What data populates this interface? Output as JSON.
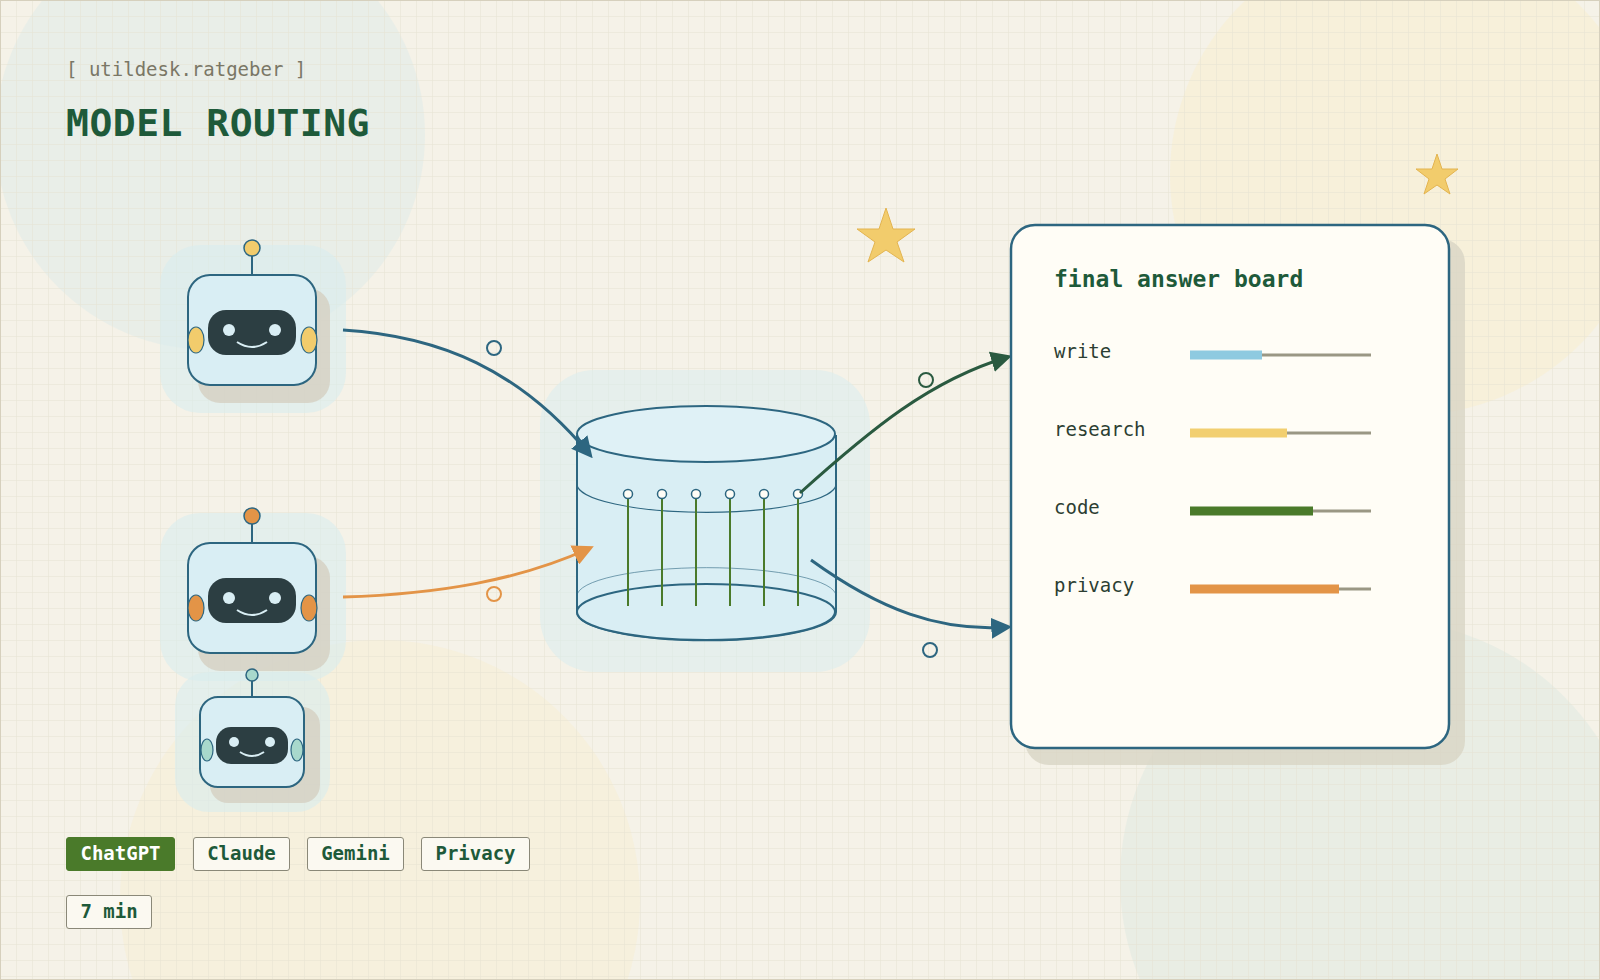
{
  "diagram": {
    "title": "MODEL ROUTING",
    "nodes": [
      {
        "text": [
          "final answer board",
          "write",
          "research",
          "code",
          "privacy"
        ]
      },
      {
        "text": [
          "ChatGPT"
        ]
      },
      {
        "text": [
          "Claude"
        ]
      },
      {
        "text": [
          "Gemini"
        ]
      },
      {
        "text": [
          "Privacy"
        ]
      },
      {
        "text": [
          "7 min"
        ]
      }
    ],
    "labels": [
      "[ utildesk.ratgeber ]"
    ]
  }
}
